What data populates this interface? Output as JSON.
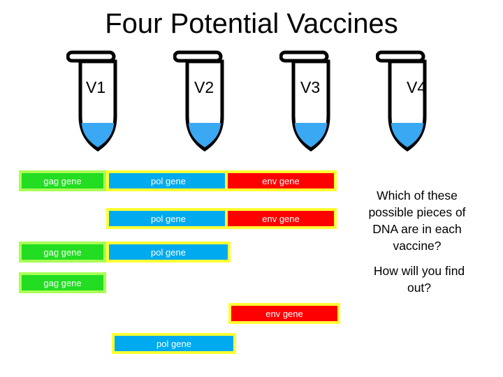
{
  "title": "Four Potential Vaccines",
  "tubes": [
    {
      "label": "V1",
      "fill_color": "#3aa8f2"
    },
    {
      "label": "V2",
      "fill_color": "#3aa8f2"
    },
    {
      "label": "V3",
      "fill_color": "#3aa8f2"
    },
    {
      "label": "V4",
      "fill_color": "#3aa8f2"
    }
  ],
  "genes": {
    "gag_label": "gag gene",
    "pol_label": "pol gene",
    "env_label": "env gene"
  },
  "colors": {
    "gag_fill": "#22dd22",
    "gag_border": "#aaff55",
    "pol_fill": "#00aaee",
    "env_fill": "#ff0000",
    "highlight_border": "#ffff33"
  },
  "question": {
    "line1": "Which of these possible pieces of DNA are in each vaccine?",
    "line2": "How will you find out?"
  }
}
